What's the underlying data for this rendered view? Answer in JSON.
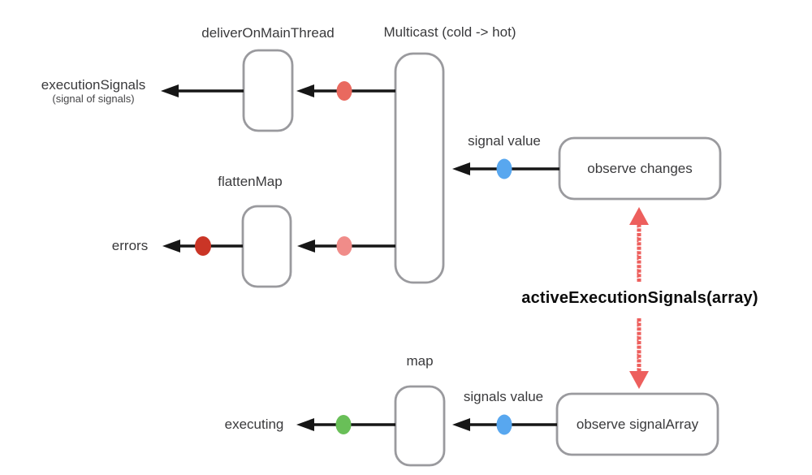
{
  "diagram": {
    "labels": {
      "deliver_on_main_thread": "deliverOnMainThread",
      "multicast": "Multicast (cold -> hot)",
      "execution_signals": "executionSignals",
      "execution_signals_sub": "(signal of signals)",
      "flatten_map": "flattenMap",
      "errors": "errors",
      "signal_value": "signal value",
      "observe_changes": "observe changes",
      "active_execution_signals": "activeExecutionSignals(array)",
      "map": "map",
      "signals_value": "signals value",
      "executing": "executing",
      "observe_signal_array": "observe signalArray"
    },
    "colors": {
      "box_border": "#9a9a9e",
      "black_arrow": "#161616",
      "dot_red": "#e9695f",
      "dot_red_light": "#f08c89",
      "dot_red_dark": "#ca3526",
      "dot_blue": "#58a7ef",
      "dot_green": "#69bf58",
      "rough_arrow": "#ed5f5d"
    }
  }
}
